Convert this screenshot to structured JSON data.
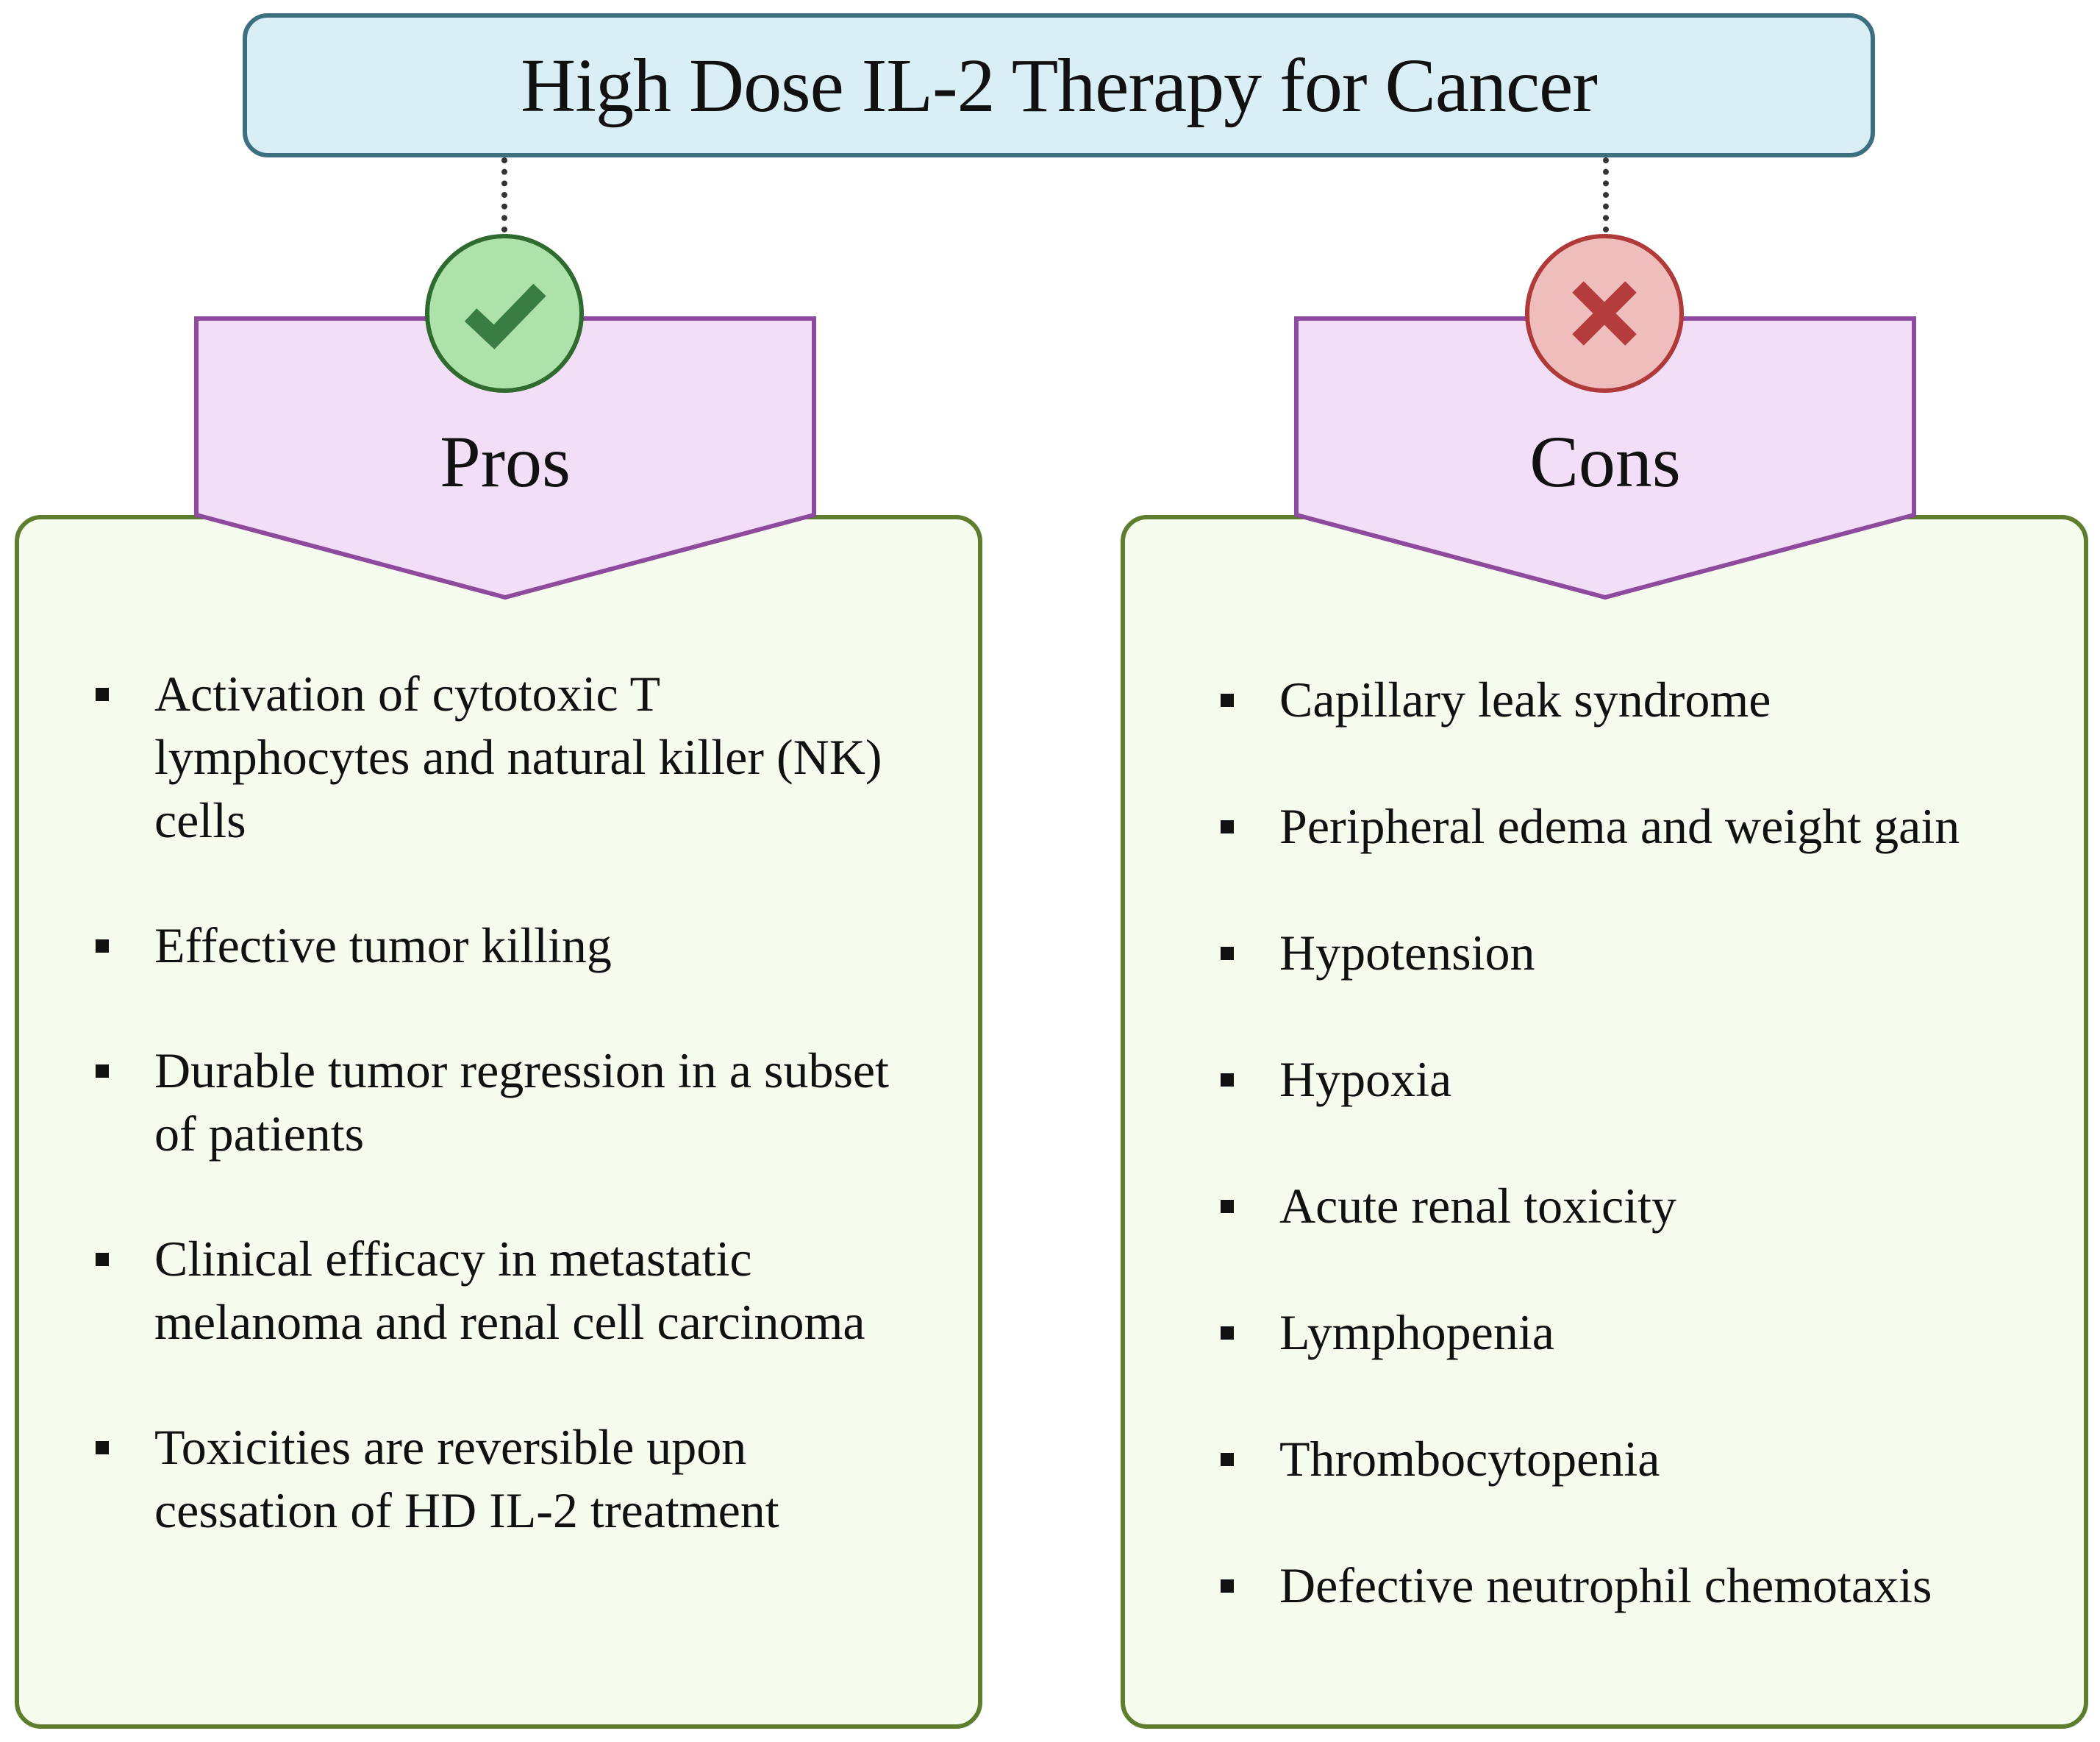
{
  "title": "High Dose IL-2 Therapy for Cancer",
  "pros": {
    "label": "Pros",
    "icon": "check-icon",
    "items": [
      "Activation of cytotoxic T lymphocytes and natural killer (NK) cells",
      "Effective tumor killing",
      "Durable tumor regression in a subset of patients",
      "Clinical efficacy in metastatic melanoma and renal cell carcinoma",
      "Toxicities are reversible upon cessation of HD IL-2 treatment"
    ]
  },
  "cons": {
    "label": "Cons",
    "icon": "cross-icon",
    "items": [
      "Capillary leak syndrome",
      "Peripheral edema and weight gain",
      "Hypotension",
      "Hypoxia",
      "Acute renal toxicity",
      "Lymphopenia",
      "Thrombocytopenia",
      "Defective neutrophil chemotaxis"
    ]
  },
  "colors": {
    "title_fill": "#d9eff5",
    "title_border": "#3e6f80",
    "banner_fill": "#f3def8",
    "banner_border": "#8e4a9c",
    "panel_fill": "#f5fced",
    "panel_border": "#5f7d2e",
    "pro_badge_fill": "#ade3ab",
    "pro_mark": "#3a7d44",
    "con_badge_fill": "#f0bdbd",
    "con_mark": "#b43c3c"
  }
}
